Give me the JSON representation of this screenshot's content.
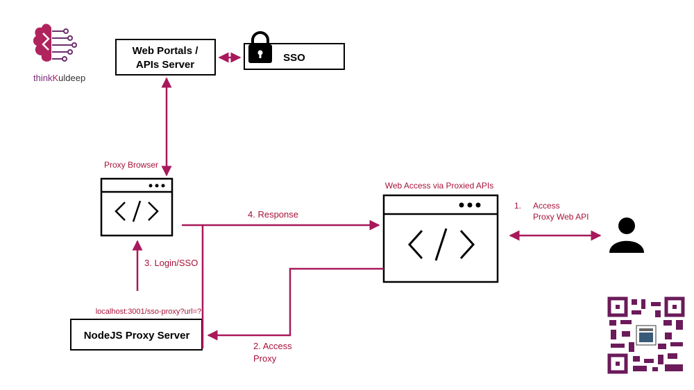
{
  "colors": {
    "accent": "#a8185a",
    "label_red": "#a8123a",
    "logo_text_purple": "#7a2a7a",
    "ink": "#000000"
  },
  "logo": {
    "text_prefix": "think",
    "text_highlight": "K",
    "text_suffix": "uldeep",
    "icon": "brain-circuit-icon"
  },
  "nodes": {
    "web_portals": {
      "line1": "Web Portals /",
      "line2": "APIs Server"
    },
    "sso": {
      "label": "SSO",
      "icon": "lock-icon"
    },
    "proxy_browser": {
      "caption": "Proxy Browser",
      "icon": "code-window-icon"
    },
    "web_access": {
      "caption": "Web Access via Proxied APIs",
      "icon": "code-window-icon"
    },
    "nodejs_proxy": {
      "label": "NodeJS Proxy Server",
      "url": "localhost:3001/sso-proxy?url=?"
    },
    "user": {
      "icon": "user-icon"
    },
    "qr": {
      "icon": "qr-code-icon"
    }
  },
  "edges": {
    "step1": {
      "num": "1.",
      "line1": "Access",
      "line2": "Proxy Web API"
    },
    "step2": {
      "line1": "2. Access",
      "line2": "Proxy"
    },
    "step3": {
      "label": "3. Login/SSO"
    },
    "step4": {
      "label": "4. Response"
    }
  }
}
